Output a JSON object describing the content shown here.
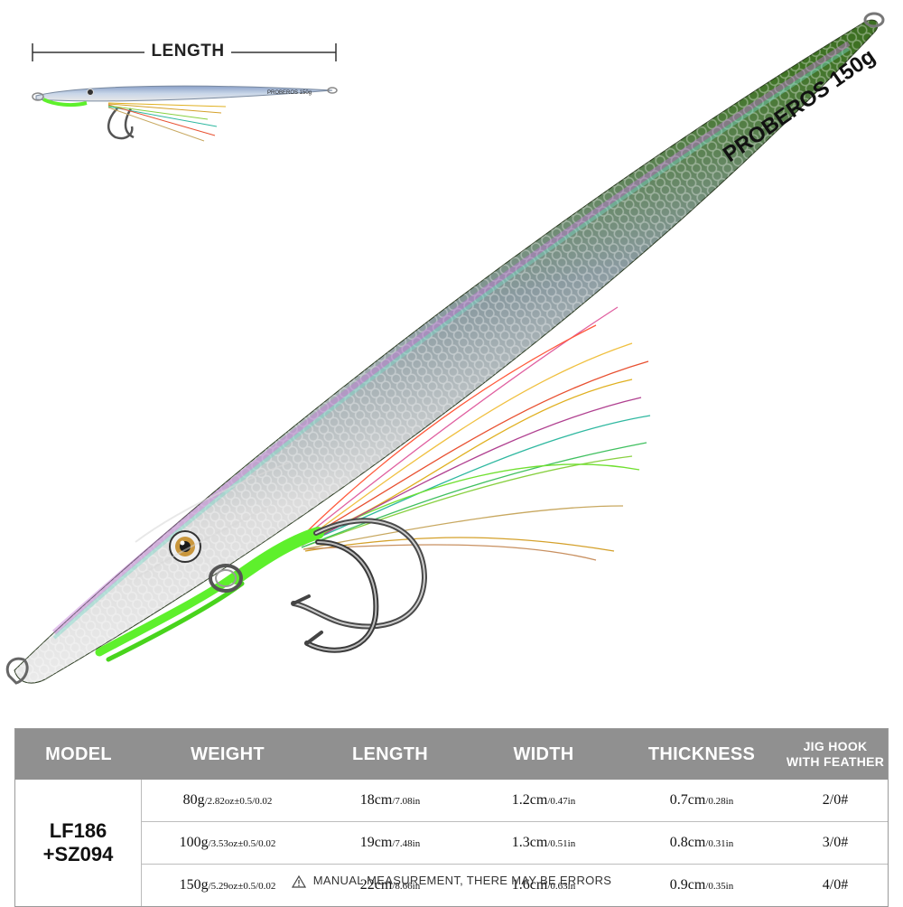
{
  "diagram": {
    "length_label": "LENGTH",
    "brand_text": "PROBEROS 150g",
    "brand_text_small": "PROBEROS 150g"
  },
  "colors": {
    "back_green": "#2f5a1c",
    "belly_silver": "#e6e6e6",
    "assist_cord": "#5ef02c",
    "hook_steel": "#4a4a4a",
    "table_header": "#909090"
  },
  "table": {
    "headers": {
      "model": "MODEL",
      "weight": "WEIGHT",
      "length": "LENGTH",
      "width": "WIDTH",
      "thickness": "THICKNESS",
      "hook_line1": "JIG HOOK",
      "hook_line2": "WITH FEATHER"
    },
    "model_line1": "LF186",
    "model_line2": "+SZ094",
    "rows": [
      {
        "weight_main": "80g",
        "weight_sub": "/2.82oz±0.5/0.02",
        "length_main": "18cm",
        "length_sub": "/7.08in",
        "width_main": "1.2cm",
        "width_sub": "/0.47in",
        "thickness_main": "0.7cm",
        "thickness_sub": "/0.28in",
        "hook": "2/0#"
      },
      {
        "weight_main": "100g",
        "weight_sub": "/3.53oz±0.5/0.02",
        "length_main": "19cm",
        "length_sub": "/7.48in",
        "width_main": "1.3cm",
        "width_sub": "/0.51in",
        "thickness_main": "0.8cm",
        "thickness_sub": "/0.31in",
        "hook": "3/0#"
      },
      {
        "weight_main": "150g",
        "weight_sub": "/5.29oz±0.5/0.02",
        "length_main": "22cm",
        "length_sub": "/8.66in",
        "width_main": "1.6cm",
        "width_sub": "/0.63in",
        "thickness_main": "0.9cm",
        "thickness_sub": "/0.35in",
        "hook": "4/0#"
      }
    ]
  },
  "note": "MANUAL MEASUREMENT, THERE MAY BE ERRORS"
}
